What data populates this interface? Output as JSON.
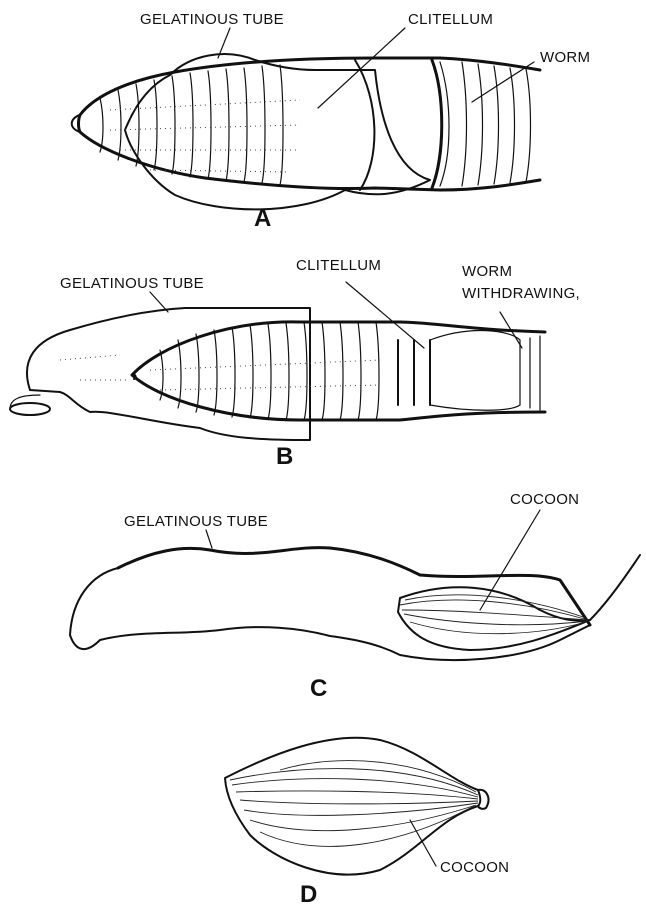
{
  "panels": {
    "a": {
      "letter": "A",
      "labels": {
        "tube": "GELATINOUS TUBE",
        "clitellum": "CLITELLUM",
        "worm": "WORM"
      }
    },
    "b": {
      "letter": "B",
      "labels": {
        "tube": "GELATINOUS TUBE",
        "clitellum": "CLITELLUM",
        "worm_line1": "WORM",
        "worm_line2": "WITHDRAWING,"
      }
    },
    "c": {
      "letter": "C",
      "labels": {
        "tube": "GELATINOUS TUBE",
        "cocoon": "COCOON"
      }
    },
    "d": {
      "letter": "D",
      "labels": {
        "cocoon": "COCOON"
      }
    }
  }
}
